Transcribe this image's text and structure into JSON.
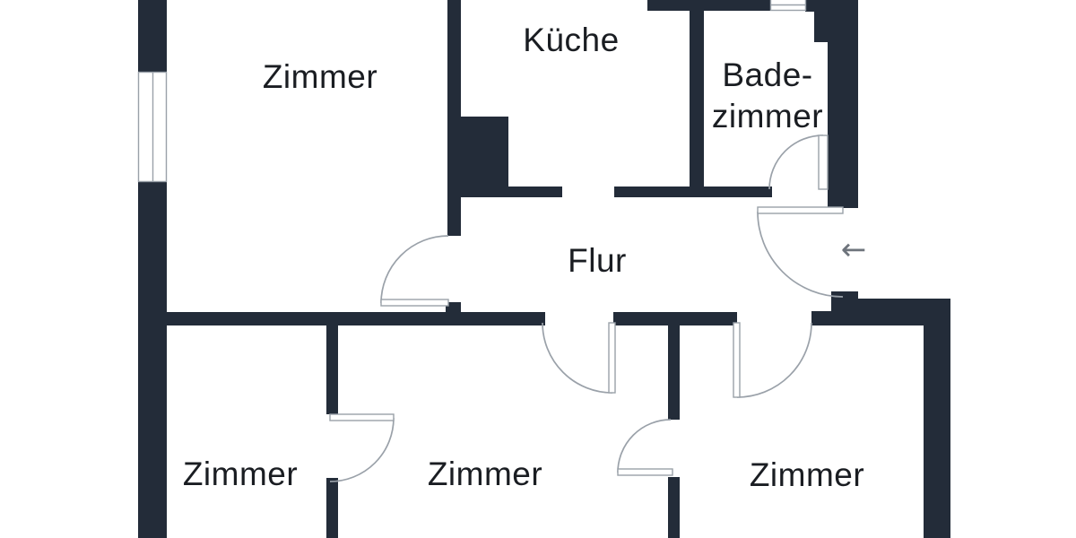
{
  "type": "floor-plan",
  "language": "de",
  "colors": {
    "wall": "#232C39",
    "door_line": "#9AA1A9",
    "text": "#1A1D22",
    "background": "#FFFFFF",
    "arrow": "#6E747C"
  },
  "rooms": [
    {
      "id": "zimmer-top-left",
      "label": "Zimmer"
    },
    {
      "id": "kueche",
      "label": "Küche"
    },
    {
      "id": "badezimmer",
      "label": "Badezimmer",
      "label_lines": [
        "Bade-",
        "zimmer"
      ]
    },
    {
      "id": "flur",
      "label": "Flur"
    },
    {
      "id": "zimmer-bottom-left",
      "label": "Zimmer"
    },
    {
      "id": "zimmer-bottom-middle",
      "label": "Zimmer"
    },
    {
      "id": "zimmer-bottom-right",
      "label": "Zimmer"
    }
  ],
  "icons": {
    "entrance_arrow": "←"
  },
  "features": {
    "windows": [
      {
        "id": "window-left-wall"
      },
      {
        "id": "window-bathroom-top"
      }
    ],
    "doors": [
      {
        "id": "door-room-top-left"
      },
      {
        "id": "door-bathroom"
      },
      {
        "id": "door-entrance"
      },
      {
        "id": "door-flur-to-bottom-middle-room"
      },
      {
        "id": "door-flur-to-bottom-right-room"
      },
      {
        "id": "door-between-bottom-left-and-middle-rooms"
      },
      {
        "id": "door-between-bottom-middle-and-right-rooms"
      }
    ],
    "passages": [
      {
        "id": "passage-kueche-flur"
      }
    ]
  }
}
